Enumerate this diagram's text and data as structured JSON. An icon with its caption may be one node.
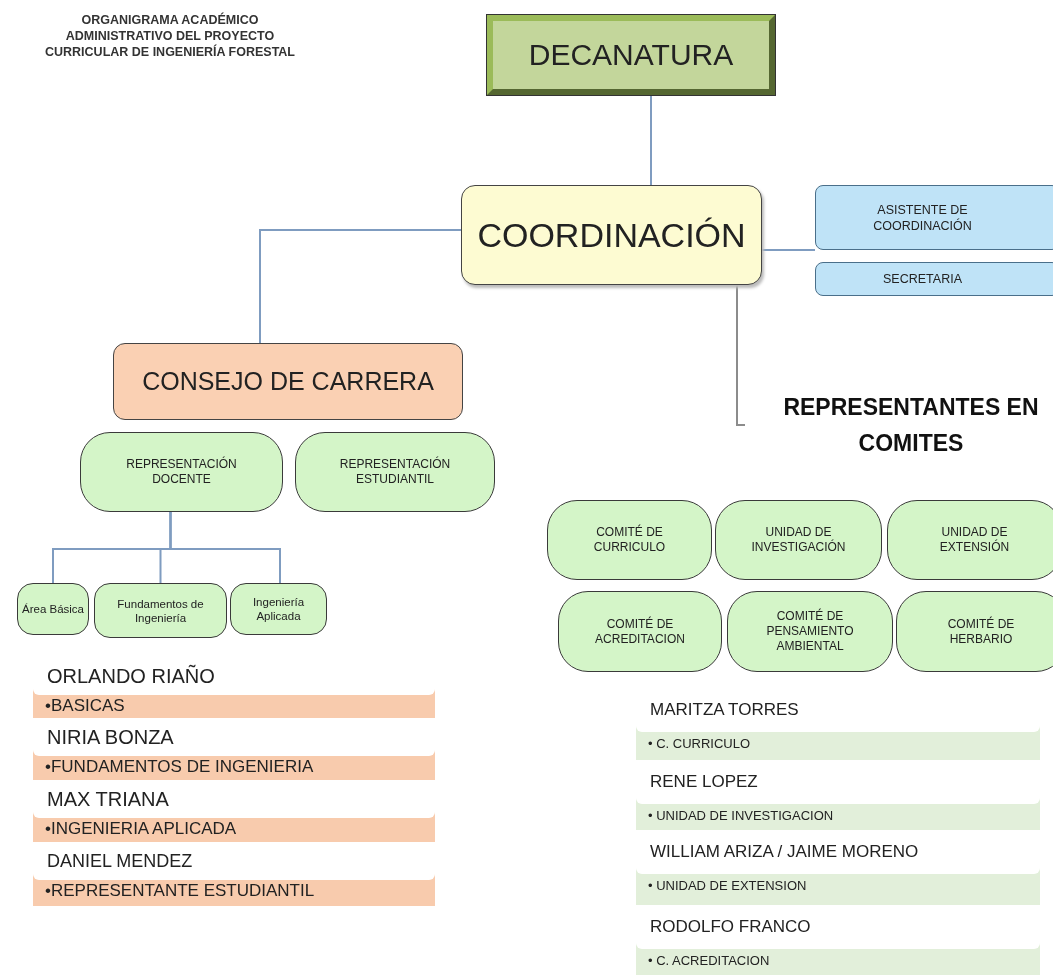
{
  "diagram": {
    "title": "ORGANIGRAMA ACADÉMICO ADMINISTRATIVO DEL PROYECTO CURRICULAR DE INGENIERÍA FORESTAL",
    "nodes": [
      {
        "text": [
          "DECANATURA"
        ]
      },
      {
        "text": [
          "COORDINACIÓN"
        ]
      },
      {
        "text": [
          "ASISTENTE DE COORDINACIÓN"
        ]
      },
      {
        "text": [
          "SECRETARIA"
        ]
      },
      {
        "text": [
          "CONSEJO DE CARRERA"
        ]
      },
      {
        "text": [
          "REPRESENTACIÓN DOCENTE"
        ]
      },
      {
        "text": [
          "REPRESENTACIÓN ESTUDIANTIL"
        ]
      },
      {
        "text": [
          "Área Básica"
        ]
      },
      {
        "text": [
          "Fundamentos de Ingeniería"
        ]
      },
      {
        "text": [
          "Ingeniería Aplicada"
        ]
      },
      {
        "text": [
          "REPRESENTANTES EN COMITES"
        ]
      },
      {
        "text": [
          "COMITÉ DE CURRICULO"
        ]
      },
      {
        "text": [
          "UNIDAD DE INVESTIGACIÓN"
        ]
      },
      {
        "text": [
          "UNIDAD DE EXTENSIÓN"
        ]
      },
      {
        "text": [
          "COMITÉ DE ACREDITACION"
        ]
      },
      {
        "text": [
          "COMITÉ DE PENSAMIENTO AMBIENTAL"
        ]
      },
      {
        "text": [
          "COMITÉ DE HERBARIO"
        ]
      },
      {
        "text": [
          "ORLANDO RIAÑO",
          "•BASICAS"
        ]
      },
      {
        "text": [
          "NIRIA BONZA",
          "•FUNDAMENTOS DE INGENIERIA"
        ]
      },
      {
        "text": [
          "MAX TRIANA",
          "•INGENIERIA APLICADA"
        ]
      },
      {
        "text": [
          "DANIEL MENDEZ",
          "•REPRESENTANTE ESTUDIANTIL"
        ]
      },
      {
        "text": [
          "MARITZA TORRES",
          "• C. CURRICULO"
        ]
      },
      {
        "text": [
          "RENE LOPEZ",
          "• UNIDAD DE INVESTIGACION"
        ]
      },
      {
        "text": [
          "WILLIAM ARIZA / JAIME MORENO",
          "• UNIDAD DE EXTENSION"
        ]
      },
      {
        "text": [
          "RODOLFO FRANCO",
          "• C. ACREDITACION"
        ]
      }
    ],
    "edges": [
      {
        "from": 0,
        "to": 1,
        "arrow": "none"
      },
      {
        "from": 1,
        "to": 4,
        "arrow": "none"
      },
      {
        "from": 1,
        "to": 2,
        "arrow": "none"
      },
      {
        "from": 1,
        "to": 10,
        "arrow": "none",
        "color": "#8c8c8c"
      },
      {
        "from": 5,
        "to": 7,
        "arrow": "none"
      },
      {
        "from": 5,
        "to": 8,
        "arrow": "none"
      },
      {
        "from": 5,
        "to": 9,
        "arrow": "none"
      }
    ]
  }
}
